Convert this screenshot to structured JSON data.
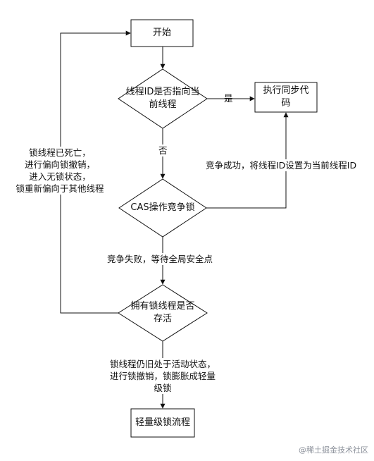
{
  "nodes": {
    "start": "开始",
    "check_thread": {
      "line1": "线程ID是否指向当",
      "line2": "前线程"
    },
    "exec_sync": {
      "line1": "执行同步代",
      "line2": "码"
    },
    "cas": "CAS操作竞争锁",
    "owner_alive": {
      "line1": "拥有锁线程是否",
      "line2": "存活"
    },
    "lightweight": "轻量级锁流程"
  },
  "edges": {
    "yes": "是",
    "no": "否",
    "cas_success": "竞争成功，将线程ID设置为当前线程ID",
    "cas_fail": "竞争失败，等待全局安全点",
    "dead": {
      "line1": "锁线程已死亡，",
      "line2": "进行偏向锁撤销，",
      "line3": "进入无锁状态，",
      "line4": "锁重新偏向于其他线程"
    },
    "alive": {
      "line1": "锁线程仍旧处于活动状态，",
      "line2": "进行锁撤销，锁膨胀成轻量",
      "line3": "级锁"
    }
  },
  "watermark": "@稀土掘金技术社区"
}
